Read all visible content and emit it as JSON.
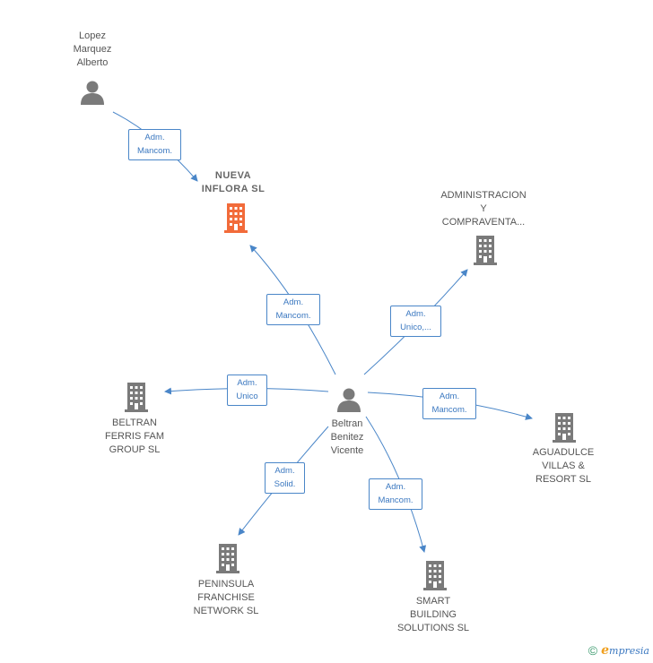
{
  "colors": {
    "edge": "#4a86c8",
    "company": "#7a7a7a",
    "company_main": "#f26b3a",
    "person": "#7a7a7a"
  },
  "nodes": [
    {
      "id": "lopez",
      "kind": "person",
      "lines": [
        "Lopez",
        "Marquez",
        "Alberto"
      ]
    },
    {
      "id": "nueva",
      "kind": "company_main",
      "lines": [
        "NUEVA",
        "INFLORA  SL"
      ]
    },
    {
      "id": "admin",
      "kind": "company",
      "lines": [
        "ADMINISTRACION",
        "Y",
        "COMPRAVENTA..."
      ]
    },
    {
      "id": "beltranv",
      "kind": "person",
      "lines": [
        "Beltran",
        "Benitez",
        "Vicente"
      ]
    },
    {
      "id": "ferris",
      "kind": "company",
      "lines": [
        "BELTRAN",
        "FERRIS FAM",
        "GROUP  SL"
      ]
    },
    {
      "id": "aguadulce",
      "kind": "company",
      "lines": [
        "AGUADULCE",
        "VILLAS &",
        "RESORT SL"
      ]
    },
    {
      "id": "peninsula",
      "kind": "company",
      "lines": [
        "PENINSULA",
        "FRANCHISE",
        "NETWORK  SL"
      ]
    },
    {
      "id": "smart",
      "kind": "company",
      "lines": [
        "SMART",
        "BUILDING",
        "SOLUTIONS  SL"
      ]
    }
  ],
  "edges": [
    {
      "id": "e1",
      "label": [
        "Adm.",
        "Mancom."
      ]
    },
    {
      "id": "e2",
      "label": [
        "Adm.",
        "Mancom."
      ]
    },
    {
      "id": "e3",
      "label": [
        "Adm.",
        "Unico,..."
      ]
    },
    {
      "id": "e4",
      "label": [
        "Adm.",
        "Unico"
      ]
    },
    {
      "id": "e5",
      "label": [
        "Adm.",
        "Mancom."
      ]
    },
    {
      "id": "e6",
      "label": [
        "Adm.",
        "Solid."
      ]
    },
    {
      "id": "e7",
      "label": [
        "Adm.",
        "Mancom."
      ]
    }
  ],
  "brand": {
    "copyright": "©",
    "initial": "e",
    "name": "mpresia"
  }
}
